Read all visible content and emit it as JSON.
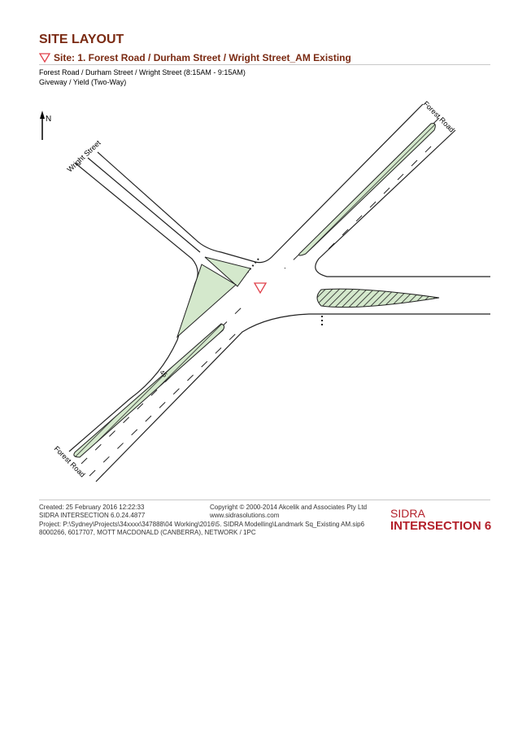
{
  "header": {
    "title": "SITE LAYOUT",
    "site": "Site: 1. Forest Road / Durham Street / Wright Street_AM Existing",
    "description": "Forest Road / Durham Street / Wright Street (8:15AM - 9:15AM)",
    "control": "Giveway / Yield (Two-Way)"
  },
  "diagram": {
    "north": "N",
    "labels": {
      "forest_road_ne": "Forest Road",
      "wright_street": "Wright Street",
      "forest_road_sw": "Forest Road",
      "speed": "45"
    },
    "colors": {
      "island": "#d4e8cc",
      "yield": "#e0404a"
    }
  },
  "footer": {
    "created": "Created: 25 February 2016 12:22:33",
    "version": "SIDRA INTERSECTION 6.0.24.4877",
    "copyright": "Copyright © 2000-2014 Akcelik and Associates Pty Ltd",
    "website": "www.sidrasolutions.com",
    "project": "Project:  P:\\Sydney\\Projects\\34xxxx\\347888\\04 Working\\2016\\5. SIDRA Modelling\\Landmark Sq_Existing AM.sip6",
    "licence": "8000266, 6017707, MOTT MACDONALD (CANBERRA), NETWORK / 1PC",
    "logo_line1": "SIDRA",
    "logo_line2": "INTERSECTION 6"
  }
}
